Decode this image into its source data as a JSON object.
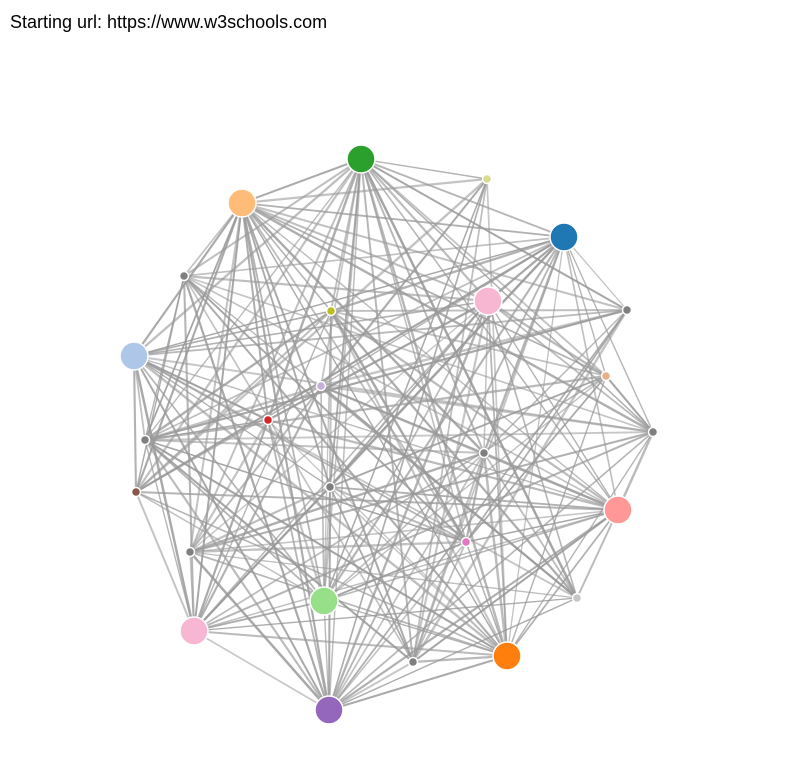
{
  "header": {
    "starting_url": "Starting url: https://www.w3schools.com"
  },
  "graph": {
    "link_color": "#999999",
    "node_stroke_color": "#ffffff",
    "nodes": [
      {
        "id": "n1",
        "color": "#2ca02c",
        "size": "large"
      },
      {
        "id": "n2",
        "color": "#dbdb8d",
        "size": "small"
      },
      {
        "id": "n3",
        "color": "#1f77b4",
        "size": "large"
      },
      {
        "id": "n4",
        "color": "#7f7f7f",
        "size": "small"
      },
      {
        "id": "n5",
        "color": "#f7b6d2",
        "size": "large"
      },
      {
        "id": "n6",
        "color": "#e5b08a",
        "size": "small"
      },
      {
        "id": "n7",
        "color": "#7f7f7f",
        "size": "small"
      },
      {
        "id": "n8",
        "color": "#ff9896",
        "size": "large"
      },
      {
        "id": "n9",
        "color": "#c7c7c7",
        "size": "small"
      },
      {
        "id": "n10",
        "color": "#ff7f0e",
        "size": "large"
      },
      {
        "id": "n11",
        "color": "#7f7f7f",
        "size": "small"
      },
      {
        "id": "n12",
        "color": "#9467bd",
        "size": "large"
      },
      {
        "id": "n13",
        "color": "#f7b6d2",
        "size": "large"
      },
      {
        "id": "n14",
        "color": "#7f7f7f",
        "size": "small"
      },
      {
        "id": "n15",
        "color": "#8c564b",
        "size": "small"
      },
      {
        "id": "n16",
        "color": "#7f7f7f",
        "size": "small"
      },
      {
        "id": "n17",
        "color": "#aec7e8",
        "size": "large"
      },
      {
        "id": "n18",
        "color": "#7f7f7f",
        "size": "small"
      },
      {
        "id": "n19",
        "color": "#ffbb78",
        "size": "large"
      },
      {
        "id": "n20",
        "color": "#bcbd22",
        "size": "small"
      },
      {
        "id": "n21",
        "color": "#c5b0d5",
        "size": "small"
      },
      {
        "id": "n22",
        "color": "#d62728",
        "size": "small"
      },
      {
        "id": "n23",
        "color": "#7f7f7f",
        "size": "small"
      },
      {
        "id": "n24",
        "color": "#7f7f7f",
        "size": "small"
      },
      {
        "id": "n25",
        "color": "#e377c2",
        "size": "small"
      },
      {
        "id": "n26",
        "color": "#98df8a",
        "size": "large"
      }
    ]
  }
}
